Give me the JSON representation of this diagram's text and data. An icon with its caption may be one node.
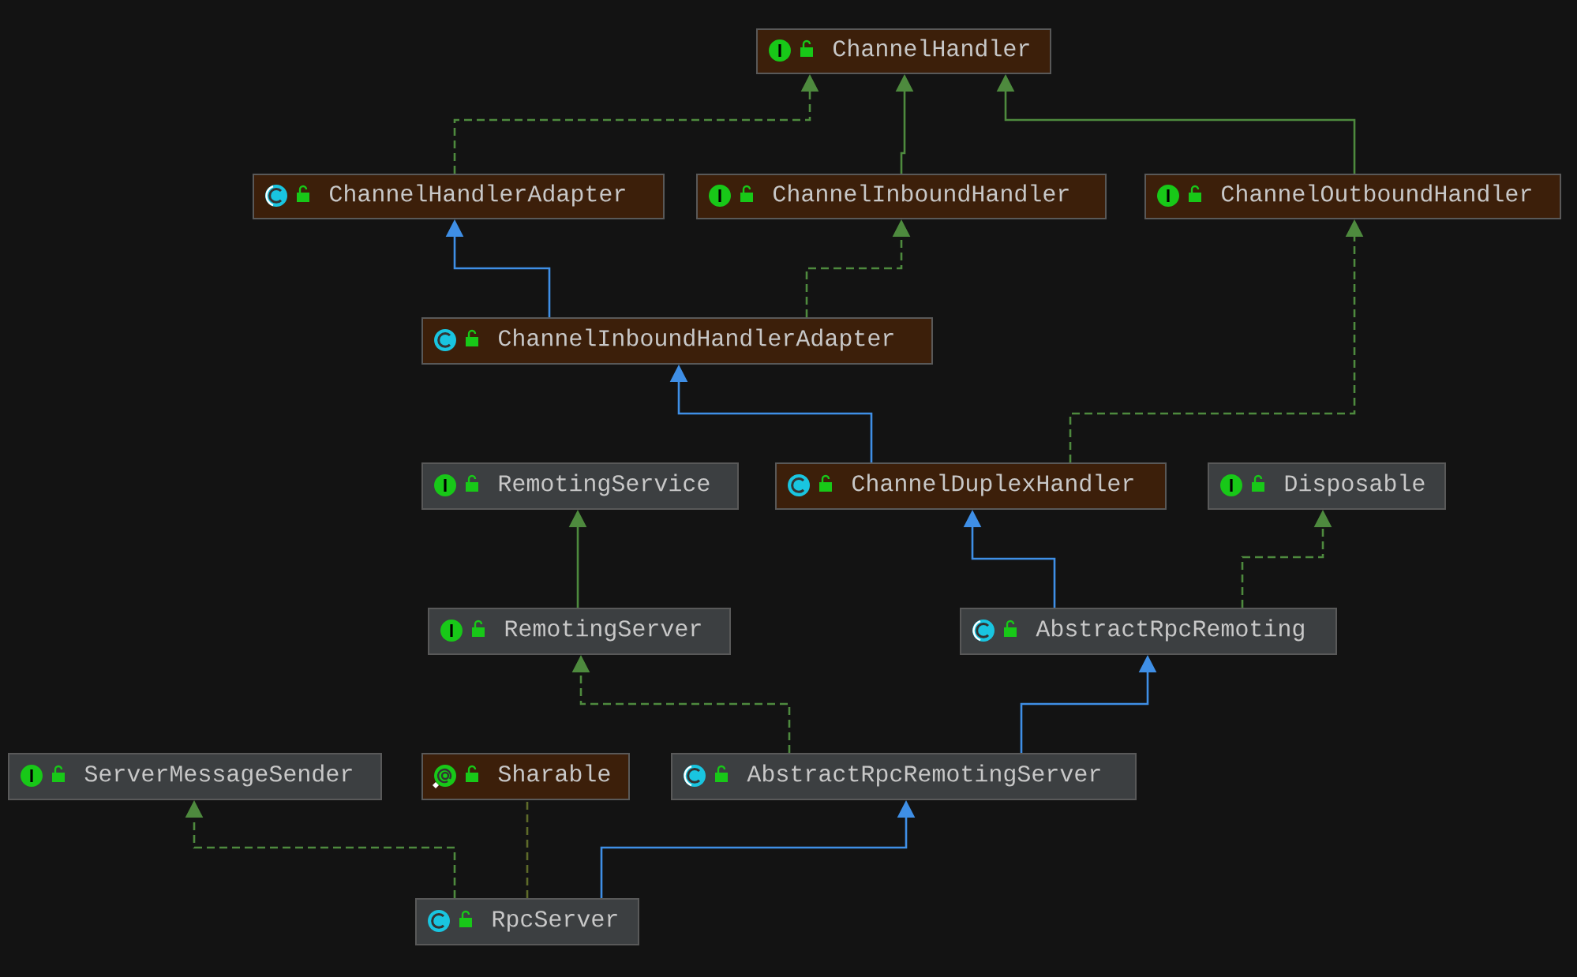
{
  "diagram": {
    "nodes": [
      {
        "text": [
          "ChannelHandler"
        ]
      },
      {
        "text": [
          "ChannelHandlerAdapter"
        ]
      },
      {
        "text": [
          "ChannelInboundHandler"
        ]
      },
      {
        "text": [
          "ChannelOutboundHandler"
        ]
      },
      {
        "text": [
          "ChannelInboundHandlerAdapter"
        ]
      },
      {
        "text": [
          "RemotingService"
        ]
      },
      {
        "text": [
          "ChannelDuplexHandler"
        ]
      },
      {
        "text": [
          "Disposable"
        ]
      },
      {
        "text": [
          "RemotingServer"
        ]
      },
      {
        "text": [
          "AbstractRpcRemoting"
        ]
      },
      {
        "text": [
          "ServerMessageSender"
        ]
      },
      {
        "text": [
          "Sharable"
        ]
      },
      {
        "text": [
          "AbstractRpcRemotingServer"
        ]
      },
      {
        "text": [
          "RpcServer"
        ]
      }
    ],
    "edges": [
      {
        "from": 1,
        "to": 0,
        "arrow": "to",
        "style": "dashed"
      },
      {
        "from": 2,
        "to": 0,
        "arrow": "to"
      },
      {
        "from": 3,
        "to": 0,
        "arrow": "to"
      },
      {
        "from": 4,
        "to": 1,
        "arrow": "to",
        "color": "#3f8fe6"
      },
      {
        "from": 4,
        "to": 2,
        "arrow": "to",
        "style": "dashed"
      },
      {
        "from": 6,
        "to": 4,
        "arrow": "to",
        "color": "#3f8fe6"
      },
      {
        "from": 6,
        "to": 3,
        "arrow": "to",
        "style": "dashed"
      },
      {
        "from": 8,
        "to": 5,
        "arrow": "to"
      },
      {
        "from": 9,
        "to": 6,
        "arrow": "to",
        "color": "#3f8fe6"
      },
      {
        "from": 9,
        "to": 7,
        "arrow": "to",
        "style": "dashed"
      },
      {
        "from": 12,
        "to": 8,
        "arrow": "to",
        "style": "dashed"
      },
      {
        "from": 12,
        "to": 9,
        "arrow": "to",
        "color": "#3f8fe6"
      },
      {
        "from": 13,
        "to": 10,
        "arrow": "to",
        "style": "dashed"
      },
      {
        "from": 13,
        "to": 11,
        "arrow": "none",
        "style": "dashed",
        "color": "#5e6b2a"
      },
      {
        "from": 13,
        "to": 12,
        "arrow": "to",
        "color": "#3f8fe6"
      }
    ]
  }
}
